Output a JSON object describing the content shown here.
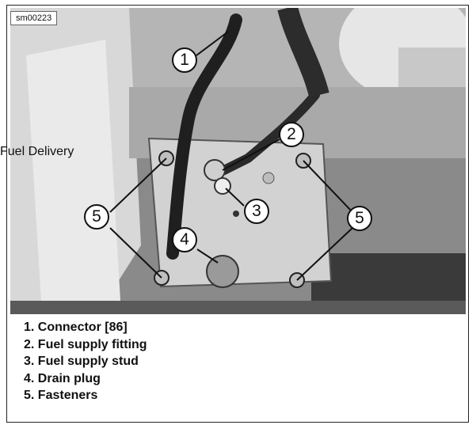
{
  "figure": {
    "id_label": "sm00223",
    "section_label": "Fuel Delivery"
  },
  "callouts": [
    "1",
    "2",
    "3",
    "4",
    "5",
    "5"
  ],
  "legend": [
    "1. Connector [86]",
    "2. Fuel supply fitting",
    "3. Fuel supply stud",
    "4. Drain plug",
    "5. Fasteners"
  ]
}
